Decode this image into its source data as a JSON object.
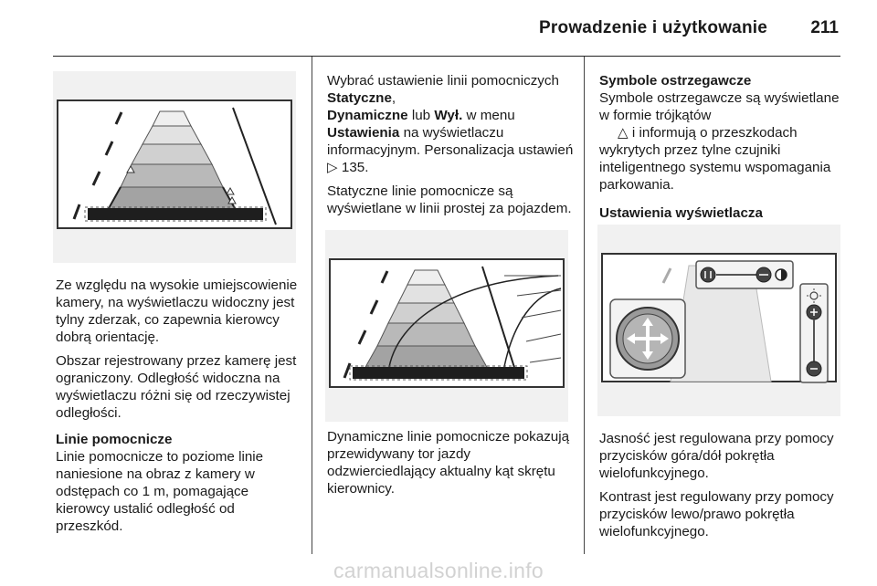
{
  "header": {
    "title": "Prowadzenie i użytkowanie",
    "page_number": "211"
  },
  "col1": {
    "p1": "Ze względu na wysokie umiejscowienie kamery, na wyświetlaczu widoczny jest tylny zderzak, co zapewnia kierowcy dobrą orientację.",
    "p2": "Obszar rejestrowany przez kamerę jest ograniczony. Odległość widoczna na wyświetlaczu różni się od rzeczywistej odległości.",
    "h_guides": "Linie pomocnicze",
    "p3": "Linie pomocnicze to poziome linie naniesione na obraz z kamery w odstępach co 1 m, pomagające kierowcy ustalić odległość od przeszkód."
  },
  "col2": {
    "p1_a": "Wybrać ustawienie linii pomocniczych ",
    "p1_b": "Statyczne",
    "p1_c": ",",
    "p1_d": "Dynamiczne",
    "p1_e": " lub ",
    "p1_f": "Wył.",
    "p1_g": " w menu",
    "p1_h": "Ustawienia",
    "p1_i": " na wyświetlaczu informacyjnym. Personalizacja ustawień ",
    "p1_ref_icon": "page-reference-arrow",
    "p1_j": " 135.",
    "p2": "Statyczne linie pomocnicze są wyświetlane w linii prostej za pojazdem.",
    "p3": "Dynamiczne linie pomocnicze pokazują przewidywany tor jazdy odzwierciedlający aktualny kąt skrętu kierownicy."
  },
  "col3": {
    "h_symbols": "Symbole ostrzegawcze",
    "p1_a": "Symbole ostrzegawcze są wyświetlane w formie trójkątów",
    "p1_icon": "warning-triangle",
    "p1_b": " i informują o przeszkodach wykrytych przez tylne czujniki inteligentnego systemu wspomagania parkowania.",
    "h_display": "Ustawienia wyświetlacza",
    "p2": "Jasność jest regulowana przy pomocy przycisków góra/dół pokrętła wielofunkcyjnego.",
    "p3": "Kontrast jest regulowany przy pomocy przycisków lewo/prawo pokrętła wielofunkcyjnego."
  },
  "watermark": "carmanualsonline.info",
  "colors": {
    "figure_bg": "#f1f1f1",
    "band_light": "#e6e6e6",
    "band_dark": "#9a9a9a",
    "bumper": "#1e1e1e"
  }
}
